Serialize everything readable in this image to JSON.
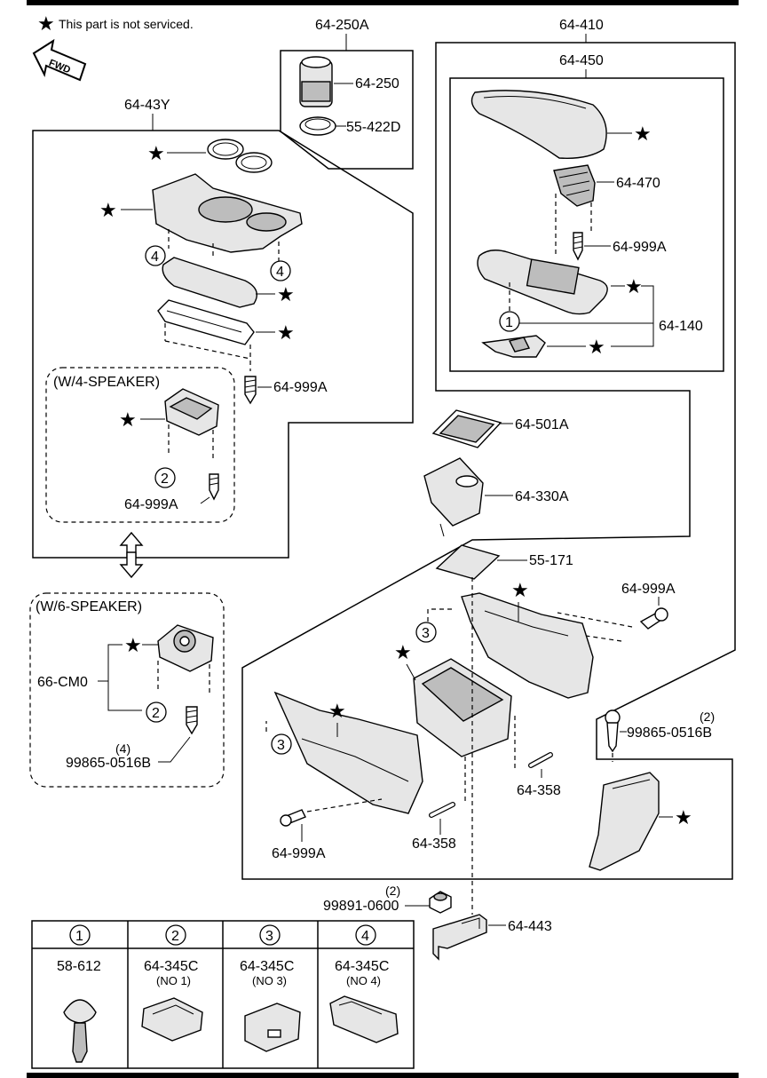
{
  "note": "This part is not serviced.",
  "fwd": "FWD",
  "callouts": {
    "c64_250A": "64-250A",
    "c64_250": "64-250",
    "c55_422D": "55-422D",
    "c64_410": "64-410",
    "c64_450": "64-450",
    "c64_470": "64-470",
    "c64_999A_a": "64-999A",
    "c64_140": "64-140",
    "c64_43Y": "64-43Y",
    "c64_999A_b": "64-999A",
    "w4_speaker": "(W/4-SPEAKER)",
    "c64_999A_c": "64-999A",
    "c64_501A": "64-501A",
    "c64_330A": "64-330A",
    "c55_171": "55-171",
    "c64_999A_d": "64-999A",
    "w6_speaker": "(W/6-SPEAKER)",
    "c66_CM0": "66-CM0",
    "qty4": "(4)",
    "c99865_a": "99865-0516B",
    "qty2_a": "(2)",
    "c99865_b": "99865-0516B",
    "c64_358_a": "64-358",
    "c64_358_b": "64-358",
    "c64_999A_e": "64-999A",
    "qty2_b": "(2)",
    "c99891": "99891-0600",
    "c64_443": "64-443"
  },
  "refs": {
    "r1": "1",
    "r2": "2",
    "r3": "3",
    "r4": "4"
  },
  "table": {
    "headers": [
      "1",
      "2",
      "3",
      "4"
    ],
    "parts": [
      "58-612",
      "64-345C",
      "64-345C",
      "64-345C"
    ],
    "notes": [
      "",
      "(NO 1)",
      "(NO 3)",
      "(NO 4)"
    ]
  }
}
